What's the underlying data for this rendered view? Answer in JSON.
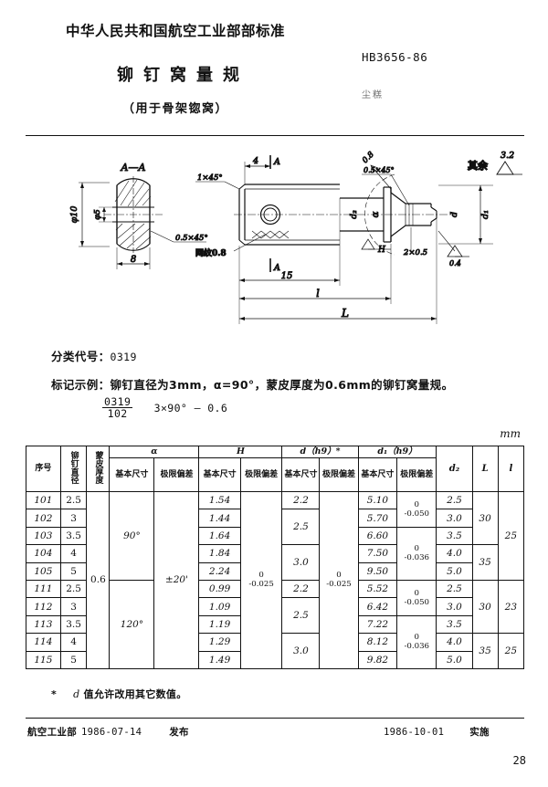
{
  "header": {
    "issuing_org": "中华人民共和国航空工业部部标准",
    "standard_code": "HB3656-86",
    "standard_sub": "尘糕",
    "title": "铆钉窝量规",
    "subtitle": "（用于骨架锪窝）"
  },
  "drawing": {
    "section_label": "A—A",
    "section_mark_top": "A",
    "section_mark_bottom": "A",
    "dim_phi10": "φ10",
    "dim_phi5": "φ5",
    "dim_8": "8",
    "dim_4": "4",
    "dim_15": "15",
    "dim_l_lower": "l",
    "dim_L_lower": "L",
    "chamfer_05x45": "0.5×45°",
    "chamfer_1x45": "1×45°",
    "chamfer_05x45_right": "0.5×45°",
    "knurl_note": "网纹0.8",
    "ra_knurl": "0.8",
    "undercut": "2×0.5",
    "dim_H": "H",
    "dim_alpha": "α",
    "dim_d": "d",
    "dim_d1": "d₁",
    "dim_d2": "d₂",
    "ra_04": "0.4",
    "ra_08_small": "0.8",
    "rest_label": "其余",
    "rest_value": "3.2"
  },
  "notes": {
    "class_code_label": "分类代号：",
    "class_code_value": "0319",
    "marking_label": "标记示例：",
    "marking_text": "铆钉直径为3mm，α=90°，蒙皮厚度为0.6mm的铆钉窝量规。",
    "mark_num": "0319",
    "mark_den": "102",
    "mark_rest": "3×90° — 0.6"
  },
  "table": {
    "unit": "mm",
    "headers": {
      "seq": "序号",
      "rivet_dia": "铆钉直径",
      "skin_thk": "蒙皮厚度",
      "alpha": "α",
      "H": "H",
      "d": "d（h9）*",
      "d1": "d₁（h9）",
      "d2": "d₂",
      "L": "L",
      "l": "l",
      "basic": "基本尺寸",
      "deviation": "极限偏差"
    },
    "rows": [
      {
        "seq": "101",
        "rivet_dia": "2.5",
        "H": "1.54",
        "d2": "2.5",
        "d1_basic": "5.10"
      },
      {
        "seq": "102",
        "rivet_dia": "3",
        "H": "1.44",
        "d2": "3.0",
        "d1_basic": "5.70"
      },
      {
        "seq": "103",
        "rivet_dia": "3.5",
        "H": "1.64",
        "d2": "3.5",
        "d1_basic": "6.60"
      },
      {
        "seq": "104",
        "rivet_dia": "4",
        "H": "1.84",
        "d2": "4.0",
        "d1_basic": "7.50"
      },
      {
        "seq": "105",
        "rivet_dia": "5",
        "H": "2.24",
        "d2": "5.0",
        "d1_basic": "9.50"
      },
      {
        "seq": "111",
        "rivet_dia": "2.5",
        "H": "0.99",
        "d2": "2.5",
        "d1_basic": "5.52"
      },
      {
        "seq": "112",
        "rivet_dia": "3",
        "H": "1.09",
        "d2": "3.0",
        "d1_basic": "6.42"
      },
      {
        "seq": "113",
        "rivet_dia": "3.5",
        "H": "1.19",
        "d2": "3.5",
        "d1_basic": "7.22"
      },
      {
        "seq": "114",
        "rivet_dia": "4",
        "H": "1.29",
        "d2": "4.0",
        "d1_basic": "8.12"
      },
      {
        "seq": "115",
        "rivet_dia": "5",
        "H": "1.49",
        "d2": "5.0",
        "d1_basic": "9.82"
      }
    ],
    "skin_thickness": "0.6",
    "alpha_90": "90°",
    "alpha_120": "120°",
    "alpha_dev": "±20'",
    "H_dev_upper": "0",
    "H_dev_lower": "-0.025",
    "d_dev_upper": "0",
    "d_dev_lower": "-0.025",
    "d_values": [
      {
        "value": "2.2",
        "span": 1
      },
      {
        "value": "2.5",
        "span": 2
      },
      {
        "value": "3.0",
        "span": 2
      },
      {
        "value": "2.2",
        "span": 1
      },
      {
        "value": "2.5",
        "span": 2
      },
      {
        "value": "3.0",
        "span": 2
      }
    ],
    "d1_devs": [
      {
        "upper": "0",
        "lower": "-0.050",
        "span": 2
      },
      {
        "upper": "0",
        "lower": "-0.036",
        "span": 3
      },
      {
        "upper": "0",
        "lower": "-0.050",
        "span": 2
      },
      {
        "upper": "0",
        "lower": "-0.036",
        "span": 3
      }
    ],
    "L_values": [
      {
        "value": "30",
        "span": 3
      },
      {
        "value": "35",
        "span": 2
      },
      {
        "value": "30",
        "span": 3
      },
      {
        "value": "35",
        "span": 2
      }
    ],
    "l_values": [
      {
        "value": "25",
        "span": 5
      },
      {
        "value": "23",
        "span": 3
      },
      {
        "value": "25",
        "span": 2
      }
    ]
  },
  "footnote": {
    "star": "*",
    "text_ital": "d",
    "text": " 值允许改用其它数值。"
  },
  "footer": {
    "ministry": "航空工业部",
    "publish_date": "1986-07-14",
    "publish_action": "发布",
    "effective_date": "1986-10-01",
    "effective_action": "实施",
    "page_number": "28"
  }
}
